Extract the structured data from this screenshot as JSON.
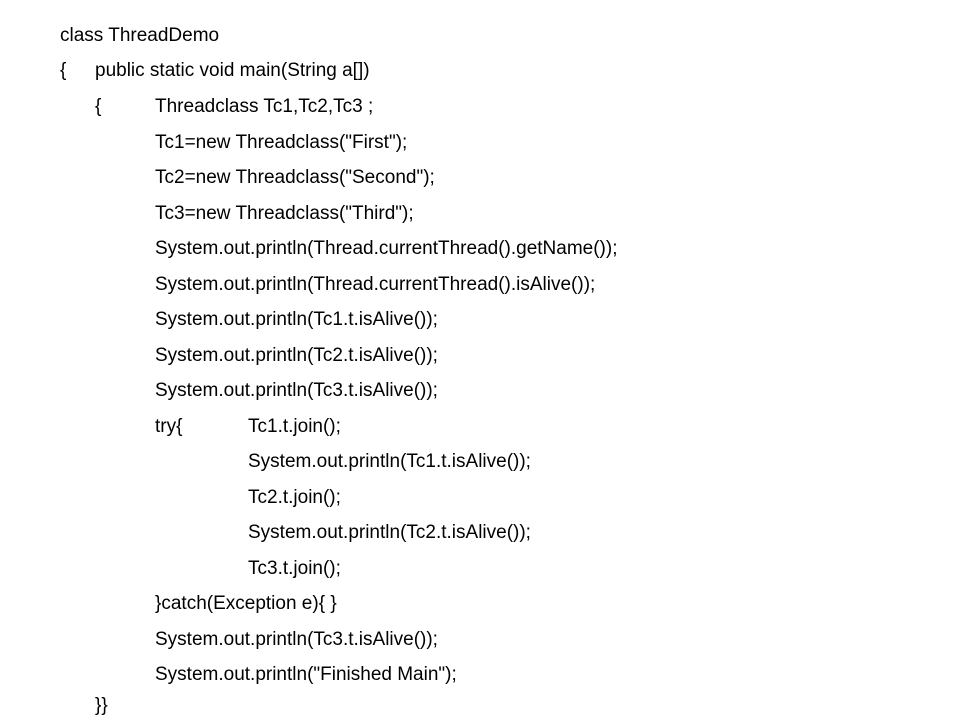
{
  "code": {
    "lines": [
      {
        "brace": "",
        "text": "class ThreadDemo"
      },
      {
        "brace": "{",
        "text": "public static void main(String a[])"
      },
      {
        "brace": "{",
        "text": "Threadclass Tc1,Tc2,Tc3 ;"
      },
      {
        "brace": "",
        "text": "Tc1=new Threadclass(\"First\");"
      },
      {
        "brace": "",
        "text": "Tc2=new Threadclass(\"Second\");"
      },
      {
        "brace": "",
        "text": "Tc3=new Threadclass(\"Third\");"
      },
      {
        "brace": "",
        "text": "System.out.println(Thread.currentThread().getName());"
      },
      {
        "brace": "",
        "text": "System.out.println(Thread.currentThread().isAlive());"
      },
      {
        "brace": "",
        "text": "System.out.println(Tc1.t.isAlive());"
      },
      {
        "brace": "",
        "text": "System.out.println(Tc2.t.isAlive());"
      },
      {
        "brace": "",
        "text": "System.out.println(Tc3.t.isAlive());"
      },
      {
        "brace": "try{",
        "text": "Tc1.t.join();"
      },
      {
        "brace": "",
        "text": "System.out.println(Tc1.t.isAlive());"
      },
      {
        "brace": "",
        "text": "Tc2.t.join();"
      },
      {
        "brace": "",
        "text": "System.out.println(Tc2.t.isAlive());"
      },
      {
        "brace": "",
        "text": "Tc3.t.join();"
      },
      {
        "brace": "",
        "text": "}catch(Exception e){ }"
      },
      {
        "brace": "",
        "text": "System.out.println(Tc3.t.isAlive());"
      },
      {
        "brace": "",
        "text": "System.out.println(\"Finished Main\");"
      },
      {
        "brace": "",
        "text": "}}"
      }
    ]
  }
}
